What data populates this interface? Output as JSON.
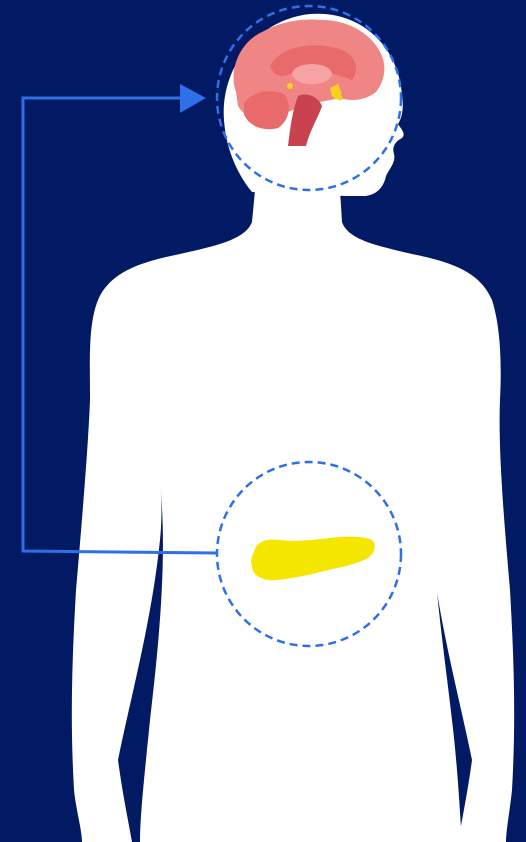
{
  "diagram": {
    "connections": [
      {
        "from": "pancreas",
        "to": "brain"
      }
    ],
    "organs": [
      {
        "key": "brain",
        "icon": "brain-icon",
        "highlight": "hypothalamus-pituitary"
      },
      {
        "key": "pancreas",
        "icon": "pancreas-icon"
      }
    ]
  },
  "colors": {
    "background": "#021963",
    "silhouette": "#ffffff",
    "connector": "#2f6fe8",
    "dashed_circle": "#2f6fe8",
    "pancreas": "#f5e600",
    "brain_cortex": "#f08585",
    "brain_inner": "#e86a6a",
    "brain_stem": "#c9424f",
    "gland_highlight": "#f5d21c"
  }
}
